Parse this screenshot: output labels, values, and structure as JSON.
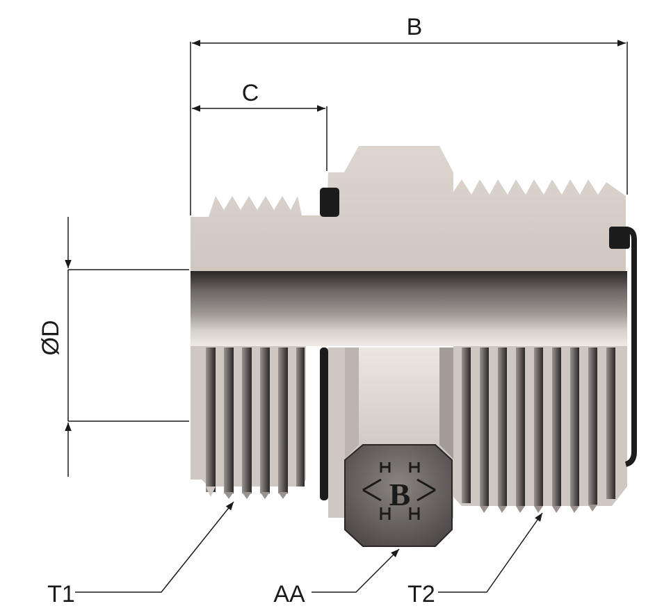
{
  "dimensions": {
    "overall_length": "B",
    "thread_length": "C",
    "bore_diameter": "ØD"
  },
  "callouts": {
    "thread_1": "T1",
    "hex": "AA",
    "thread_2": "T2"
  },
  "logo": {
    "letter": "B"
  },
  "colors": {
    "body": "#d9d2cc",
    "outline": "#1a1a1a",
    "bore_dark": "#4a4544"
  }
}
